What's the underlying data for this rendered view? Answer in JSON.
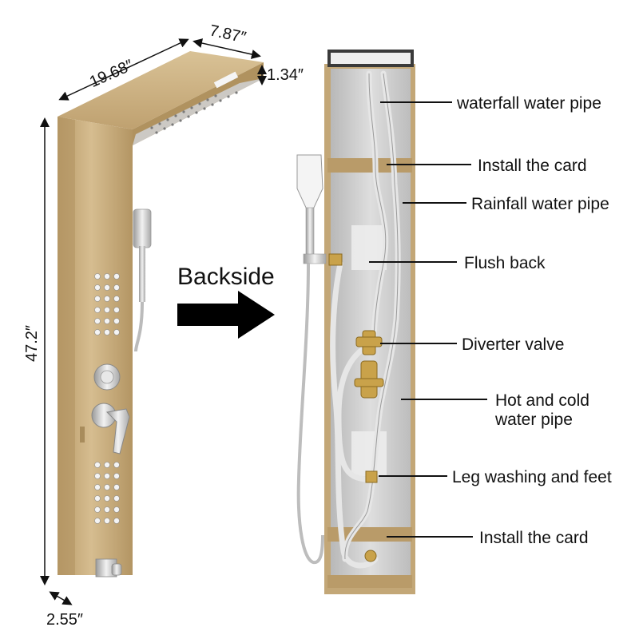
{
  "dimensions": {
    "width": "19.68″",
    "depth": "7.87″",
    "head_thickness": "1.34″",
    "height": "47.2″",
    "panel_depth": "2.55″"
  },
  "arrow_label": "Backside",
  "callouts": [
    "waterfall water pipe",
    "Install the card",
    "Rainfall water pipe",
    "Flush back",
    "Diverter valve",
    "Hot and cold",
    "water pipe",
    "Leg washing and feet",
    "Install the card"
  ],
  "colors": {
    "gold": "#c8ad7e",
    "gold_dark": "#a88c5c",
    "chrome": "#d8d8d8",
    "back_panel": "#cfcfcf",
    "text": "#111111"
  }
}
